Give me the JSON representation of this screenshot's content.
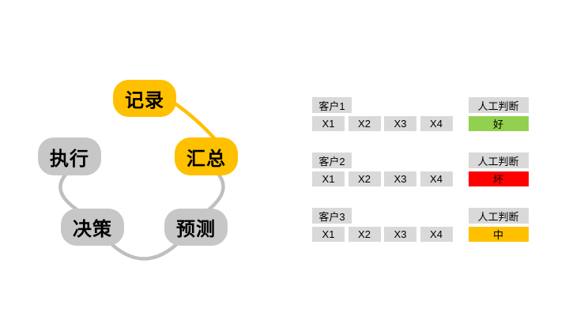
{
  "cycle": {
    "colors": {
      "highlight": "#FFC000",
      "normal": "#C7C7C7",
      "connector_gray": "#BFBFBF",
      "connector_highlight": "#FFC000",
      "text": "#000000"
    },
    "nodes": [
      {
        "id": "record",
        "label": "记录",
        "highlighted": true
      },
      {
        "id": "summarize",
        "label": "汇总",
        "highlighted": true
      },
      {
        "id": "predict",
        "label": "预测",
        "highlighted": false
      },
      {
        "id": "decide",
        "label": "决策",
        "highlighted": false
      },
      {
        "id": "execute",
        "label": "执行",
        "highlighted": false
      }
    ],
    "connectors": [
      {
        "from": "记录",
        "to": "汇总",
        "color": "#FFC000"
      },
      {
        "from": "汇总",
        "to": "预测",
        "color": "#BFBFBF"
      },
      {
        "from": "预测",
        "to": "决策",
        "color": "#BFBFBF"
      },
      {
        "from": "决策",
        "to": "执行",
        "color": "#BFBFBF"
      }
    ]
  },
  "tables": {
    "judgment_header": "人工判断",
    "cell_bg": "#D9D9D9",
    "customers": [
      {
        "name": "客户1",
        "features": [
          "X1",
          "X2",
          "X3",
          "X4"
        ],
        "judgment": "好",
        "judgment_color": "#92D050"
      },
      {
        "name": "客户2",
        "features": [
          "X1",
          "X2",
          "X3",
          "X4"
        ],
        "judgment": "坏",
        "judgment_color": "#FF0000"
      },
      {
        "name": "客户3",
        "features": [
          "X1",
          "X2",
          "X3",
          "X4"
        ],
        "judgment": "中",
        "judgment_color": "#FFC000"
      }
    ]
  }
}
